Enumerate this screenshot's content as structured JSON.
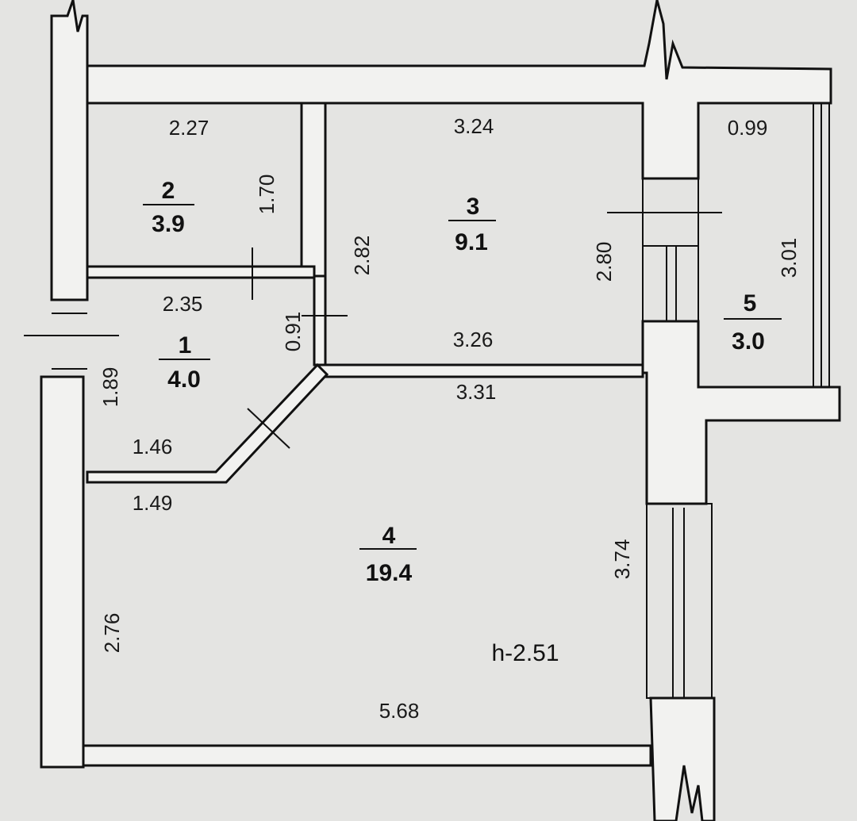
{
  "rooms": [
    {
      "id": "1",
      "area": "4.0"
    },
    {
      "id": "2",
      "area": "3.9"
    },
    {
      "id": "3",
      "area": "9.1"
    },
    {
      "id": "4",
      "area": "19.4"
    },
    {
      "id": "5",
      "area": "3.0"
    }
  ],
  "dimensions": {
    "r2_width": "2.27",
    "r2_height": "1.70",
    "r3_top": "3.24",
    "r3_left": "2.82",
    "r3_right": "2.80",
    "r3_bottom": "3.26",
    "r5_top": "0.99",
    "r5_right": "3.01",
    "r1_top": "2.35",
    "r1_door": "0.91",
    "r1_left": "1.89",
    "r1_bottom": "1.46",
    "r4_top": "3.31",
    "r4_top_left": "1.49",
    "r4_right": "3.74",
    "r4_left": "2.76",
    "r4_bottom": "5.68"
  },
  "ceiling_height": "h-2.51"
}
